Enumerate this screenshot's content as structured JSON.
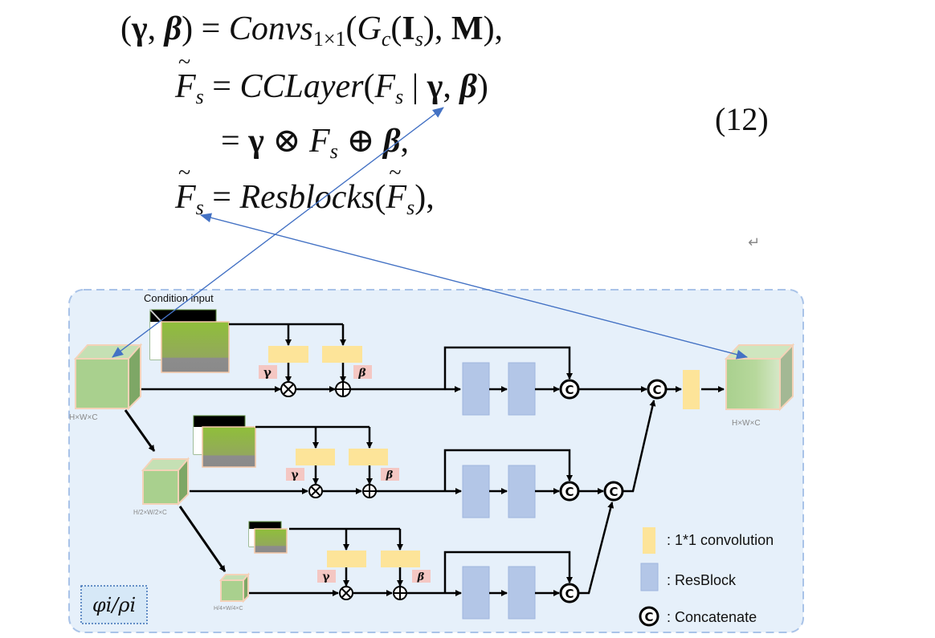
{
  "equations": {
    "line1": {
      "lhs": "(γ, β)",
      "rhs_func": "Convs",
      "rhs_sub": "1×1",
      "rhs_args": "(G_c(I_s), M),"
    },
    "line2": {
      "lhs": "F̃_s",
      "rhs": "CCLayer(F_s | γ, β)"
    },
    "line3": {
      "rhs": "= γ ⊗ F_s ⊕ β,"
    },
    "line4": {
      "lhs": "F̃_s",
      "rhs": "Resblocks(F̃_s),"
    },
    "number": "(12)",
    "return_glyph": "↵"
  },
  "diagram": {
    "condition_input_label": "Condition input",
    "scales": [
      {
        "label": "H×W×C"
      },
      {
        "label": "H/2×W/2×C"
      },
      {
        "label": "H/4×W/4×C"
      }
    ],
    "output_label": "H×W×C",
    "gamma_label": "γ",
    "beta_label": "β",
    "multiply_symbol": "⊗",
    "add_symbol": "⊕",
    "concat_symbol": "C",
    "module_label": "φi/ρi",
    "legend": [
      {
        "type": "conv",
        "text": ":  1*1 convolution"
      },
      {
        "type": "resblock",
        "text": ":  ResBlock"
      },
      {
        "type": "concat",
        "text": ": Concatenate"
      }
    ]
  },
  "colors": {
    "panel_bg": "#e6f0fa",
    "panel_border": "#a9c3e8",
    "conv": "#fde499",
    "resblock": "#b3c6e7",
    "cube_front": "#a9d08e",
    "cube_side": "#7ea766",
    "cube_top": "#c5e0b4",
    "param_box": "#f4c7c3",
    "annotation_arrow": "#4472c4"
  }
}
